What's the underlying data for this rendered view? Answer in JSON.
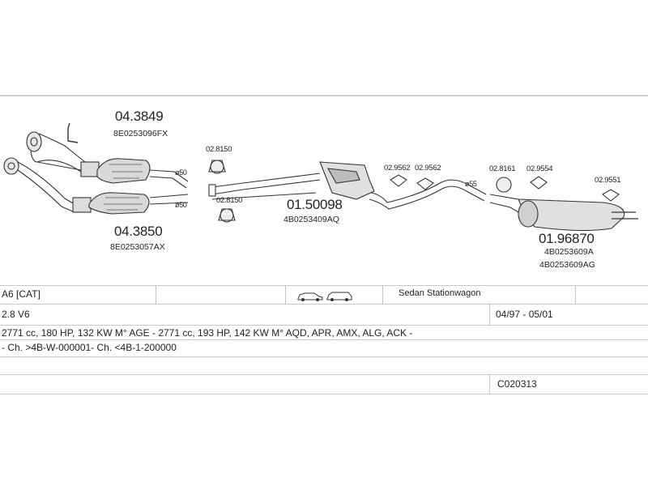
{
  "parts": [
    {
      "id": "cat-upper",
      "code": "04.3849",
      "ref": "8E0253096FX"
    },
    {
      "id": "cat-lower",
      "code": "04.3850",
      "ref": "8E0253057AX"
    },
    {
      "id": "middle-silencer",
      "code": "01.50098",
      "ref": "4B0253409AQ"
    },
    {
      "id": "rear-silencer",
      "code": "01.96870",
      "refs": [
        "4B0253609A",
        "4B0253609AG"
      ]
    }
  ],
  "mounts": {
    "upper_left": "02.8150",
    "lower_left": "02.8150",
    "mid_1": "02.9562",
    "mid_2": "02.9562",
    "rear_1": "02.8161",
    "rear_2": "02.9554",
    "tail": "02.9551"
  },
  "diameters": {
    "upper": "ø50",
    "lower": "ø50",
    "rear_pipe": "ø55"
  },
  "info": {
    "model": "A6  [CAT]",
    "body_types": "Sedan Stationwagon",
    "engine": "2.8 V6",
    "years": "04/97 - 05/01",
    "engine_codes": "2771 cc, 180 HP, 132 KW M° AGE - 2771 cc, 193 HP, 142 KW M° AQD, APR, AMX, ALG, ACK -",
    "chassis": "- Ch. >4B-W-000001- Ch. <4B-1-200000",
    "catalog_code": "C020313"
  },
  "colors": {
    "line": "#c8c8c8",
    "part_fill": "#e6e6e6",
    "part_stroke": "#333333"
  }
}
